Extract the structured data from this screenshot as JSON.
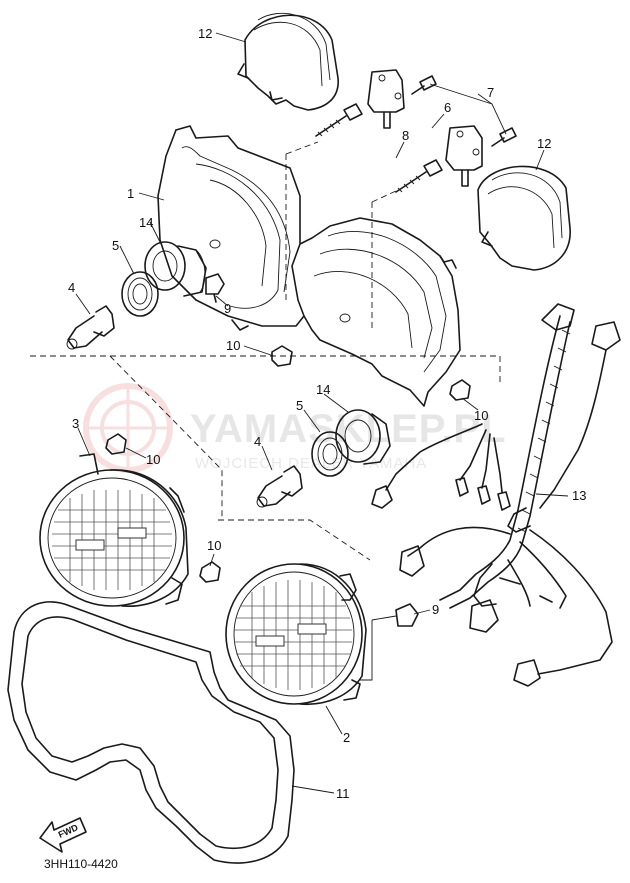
{
  "diagram": {
    "part_code": "3HH110-4420",
    "watermark": {
      "main": "YAMASKLEP.PL",
      "sub": "WOJCIECH DEALER YAMAHA",
      "color": "#e6e6e6",
      "logo_color": "#f2c6c6"
    },
    "fwd_label": "FWD",
    "callouts": [
      {
        "id": "c1",
        "label": "1"
      },
      {
        "id": "c2",
        "label": "2"
      },
      {
        "id": "c3",
        "label": "3"
      },
      {
        "id": "c4a",
        "label": "4"
      },
      {
        "id": "c4b",
        "label": "4"
      },
      {
        "id": "c5a",
        "label": "5"
      },
      {
        "id": "c5b",
        "label": "5"
      },
      {
        "id": "c6",
        "label": "6"
      },
      {
        "id": "c7",
        "label": "7"
      },
      {
        "id": "c8",
        "label": "8"
      },
      {
        "id": "c9a",
        "label": "9"
      },
      {
        "id": "c9b",
        "label": "9"
      },
      {
        "id": "c10a",
        "label": "10"
      },
      {
        "id": "c10b",
        "label": "10"
      },
      {
        "id": "c10c",
        "label": "10"
      },
      {
        "id": "c10d",
        "label": "10"
      },
      {
        "id": "c11",
        "label": "11"
      },
      {
        "id": "c12a",
        "label": "12"
      },
      {
        "id": "c12b",
        "label": "12"
      },
      {
        "id": "c13",
        "label": "13"
      },
      {
        "id": "c14a",
        "label": "14"
      },
      {
        "id": "c14b",
        "label": "14"
      }
    ]
  }
}
